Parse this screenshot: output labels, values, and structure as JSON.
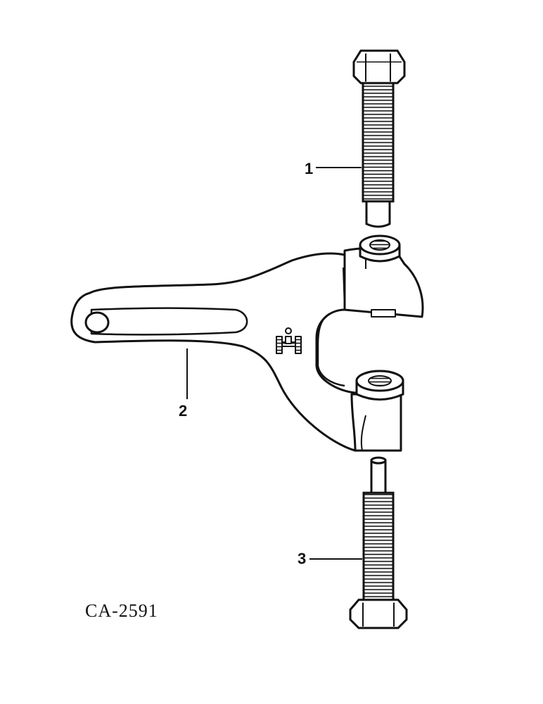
{
  "callouts": [
    {
      "number": "1",
      "part": "upper-bolt"
    },
    {
      "number": "2",
      "part": "clamp-body"
    },
    {
      "number": "3",
      "part": "lower-bolt"
    }
  ],
  "drawing_code": "CA-2591",
  "colors": {
    "ink": "#111111",
    "paper": "#ffffff"
  }
}
